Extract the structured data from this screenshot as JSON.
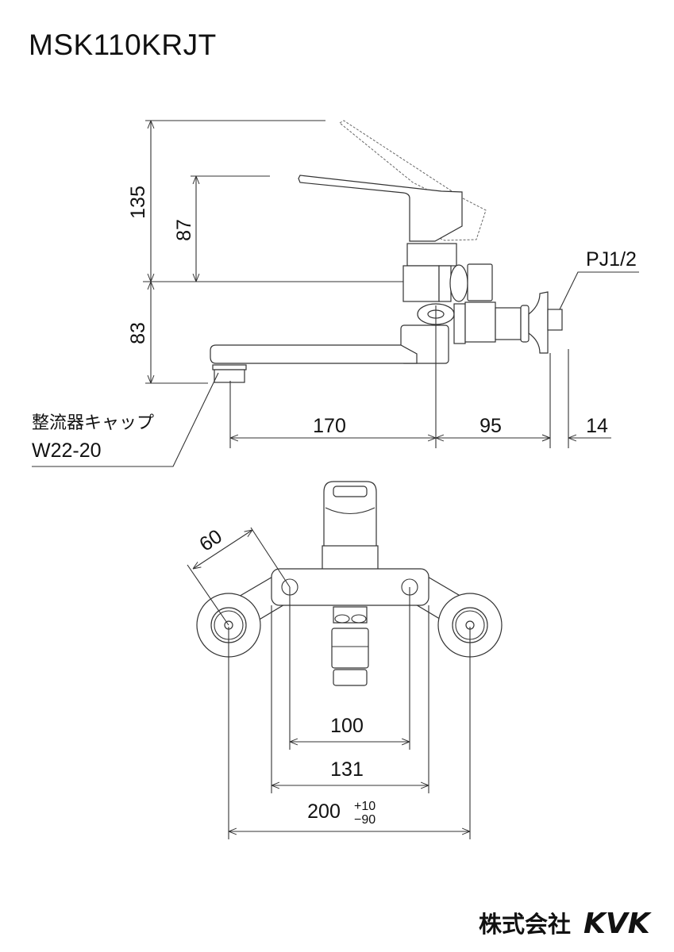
{
  "title": "MSK110KRJT",
  "side_view": {
    "dims": {
      "total_height": "135",
      "lever_height": "87",
      "spout_drop": "83",
      "spout_reach": "170",
      "body_to_wall": "95",
      "thread_length": "14"
    },
    "annotations": {
      "aerator_cap": "整流器キャップ",
      "aerator_size": "W22-20",
      "connection": "PJ1/2"
    }
  },
  "front_view": {
    "dims": {
      "arm_length": "60",
      "mount_pitch": "100",
      "bar_width": "131",
      "center_distance": "200",
      "tol_plus": "+10",
      "tol_minus": "−90"
    }
  },
  "logo": {
    "company": "株式会社",
    "brand": "KVK"
  }
}
